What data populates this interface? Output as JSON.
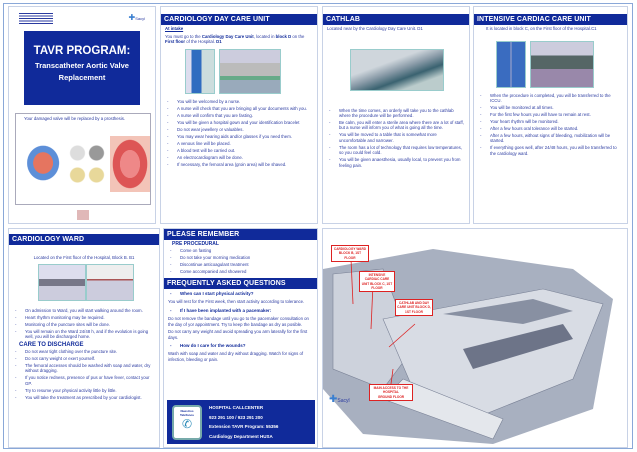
{
  "cover": {
    "title": "TAVR PROGRAM:",
    "subtitle": "Transcatheter Aortic Valve Replacement",
    "image_caption": "Your damaged valve will be replaced by a prosthesis.",
    "brand": "Sacyl"
  },
  "day_care": {
    "title": "CARDIOLOGY DAY CARE UNIT",
    "intake_label": "At intake",
    "intro_1": "You must go to the ",
    "intro_unit": "Cardiology Day Care Unit",
    "intro_2": ", located in ",
    "intro_block": "block D",
    "intro_3": " on the ",
    "intro_floor": "First floor",
    "intro_4": " of the Hospital. ",
    "intro_code": "D1",
    "items": [
      "You will be welcomed by a nurse.",
      "A nurse will check that you are bringing all your documents with you.",
      "A nurse will confirm that you are fasting.",
      "You will be given a hospital gown and your identification bracelet",
      "Do not wear jewellery or valuables.",
      "You may wear hearing aids and/or glasses if you need them.",
      "A venous line will be placed.",
      "A blood test will be carried out.",
      "An electrocardiogram will be done.",
      "If necessary, the femoral area (groin area) will be shaved."
    ]
  },
  "cathlab": {
    "title": "CATHLAB",
    "intro": "Located near by the Cardiology Day Care Unit. D1",
    "items": [
      "When the time comes, an orderly will take you to the cathlab where the procedure will be performed.",
      "Be calm, you will enter a sterile area where there are a lot of staff, but a nurse will inform you of what is going all the time.",
      "You will be moved to a table that is somewhat more uncomfortable and narrower.",
      "The room has a lot of technology that requires low temperatures, so you could feel cold.",
      "You will be given anaesthesia, usually local, to prevent you from feeling pain."
    ]
  },
  "iccu": {
    "title": "INTENSIVE CARDIAC CARE UNIT",
    "intro": "It is located in block C, on the First floor of the Hospital.C1",
    "items": [
      "When the procedure is completed, you will be transferred to the ICCU.",
      "You will be monitored at all times.",
      "For the first few hours you will have to remain at rest.",
      "Your heart rhythm will be monitored.",
      "After a few hours oral tolerance will be started.",
      "After a few hours, without signs of bleeding, mobilization will be started.",
      "If everything goes well, after 24/48 hours, you will be transferred to the cardiology ward."
    ]
  },
  "ward": {
    "title": "CARDIOLOGY WARD",
    "intro": "Located on the First floor of the Hospital, Block B. B1",
    "items": [
      "On admission to Ward, you will start walking around the room.",
      "Heart rhythm monitoring may be required.",
      "Monitoring of the puncture sites will be done.",
      "You will remain on the Ward 24/48 h, and if the evolution is going well, you will be discharged home."
    ],
    "discharge_title": "CARE TO DISCHARGE",
    "discharge_items": [
      "Do not wear tight clothing over the puncture site.",
      "Do not carry weight or exert yourself.",
      "The femoral accesses should be washed with soap and water, dry without dragging.",
      "If you notice redness, presence of pus or have fever, contact your GP.",
      "Try to resume your physical activity little by little.",
      "You will take the treatment as prescribed by your cardiologist."
    ]
  },
  "remember": {
    "title": "PLEASE REMEMBER",
    "sub": "PRE PROCEDURAL",
    "items": [
      "Come on fasting",
      "Do not take your morning medication",
      "Discontinue anticoagulant treatment",
      "Come accompanied and showered"
    ]
  },
  "faq": {
    "title": "FREQUENTLY ASKED QUESTIONS",
    "q1": "When can I start physical activity?",
    "a1": "You will rest for the First week, then start activity according to tolerance.",
    "q2": "If I have been implanted with a pacemaker:",
    "a2a": "Do not remove the bandage until you go to the pacemaker consultation on the day of yor appointment. Try to keep the bandage as dry as posible.",
    "a2b": "Do not carry any weight and avoid spreading you arm laterally for the first days.",
    "q3": "How do I care for the wounds?",
    "a3": "Wash with soap and water and dry without dragging. Watch for signs of infection, bleeding or pain."
  },
  "callcenter": {
    "title": "HOSPITAL CALLCENTER",
    "phones": "923 291 100 / 923 291 200",
    "extension": "Extension TAVR Program: 55356",
    "department": "Cardiology Department HUSA",
    "icon_label": "Nuestros Teléfonos"
  },
  "map": {
    "labels": [
      "CARDIOLOGY WARD BLOCK B, 1ST FLOOR",
      "INTENSIVE CARDIAC CARE UNIT BLOCK C, 1ST FLOOR",
      "CATHLAB AND DAY CARE UNIT BLOCK D, 1ST FLOOR",
      "MAIN ACCESS TO THE HOSPITAL",
      "GROUND FLOOR"
    ],
    "brand": "Sacyl"
  },
  "colors": {
    "header": "#102a9a",
    "text": "#2a3aa0",
    "map_label": "#dd2222"
  }
}
